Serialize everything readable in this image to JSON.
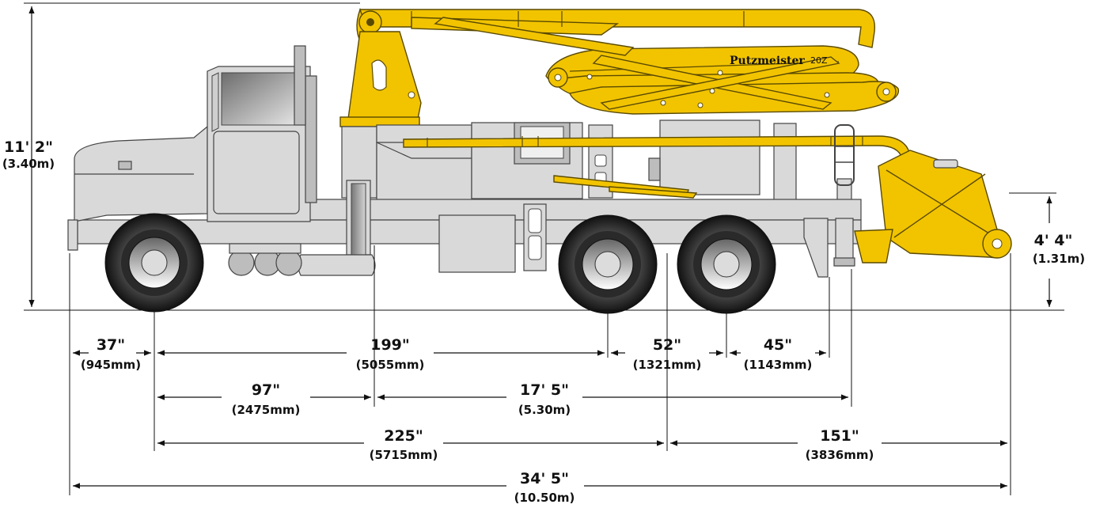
{
  "brand": {
    "name": "Putzmeister",
    "model": "20Z"
  },
  "colors": {
    "boom": "#f2c400",
    "body": "#d9d9d9",
    "wheel_dark": "#222222",
    "dimension": "#111111"
  },
  "dimensions": {
    "overall_height": {
      "imperial": "11' 2\"",
      "metric": "(3.40m)"
    },
    "hopper_height": {
      "imperial": "4' 4\"",
      "metric": "(1.31m)"
    },
    "front_overhang": {
      "imperial": "37\"",
      "metric": "(945mm)"
    },
    "front_axle_to_rear_axle": {
      "imperial": "199\"",
      "metric": "(5055mm)"
    },
    "tandem_spacing": {
      "imperial": "52\"",
      "metric": "(1321mm)"
    },
    "rear_axle_to_outrigger": {
      "imperial": "45\"",
      "metric": "(1143mm)"
    },
    "front_axle_to_front_outrigger": {
      "imperial": "97\"",
      "metric": "(2475mm)"
    },
    "outrigger_spread": {
      "imperial": "17' 5\"",
      "metric": "(5.30m)"
    },
    "wheelbase": {
      "imperial": "225\"",
      "metric": "(5715mm)"
    },
    "rear_overhang": {
      "imperial": "151\"",
      "metric": "(3836mm)"
    },
    "overall_length": {
      "imperial": "34' 5\"",
      "metric": "(10.50m)"
    }
  }
}
